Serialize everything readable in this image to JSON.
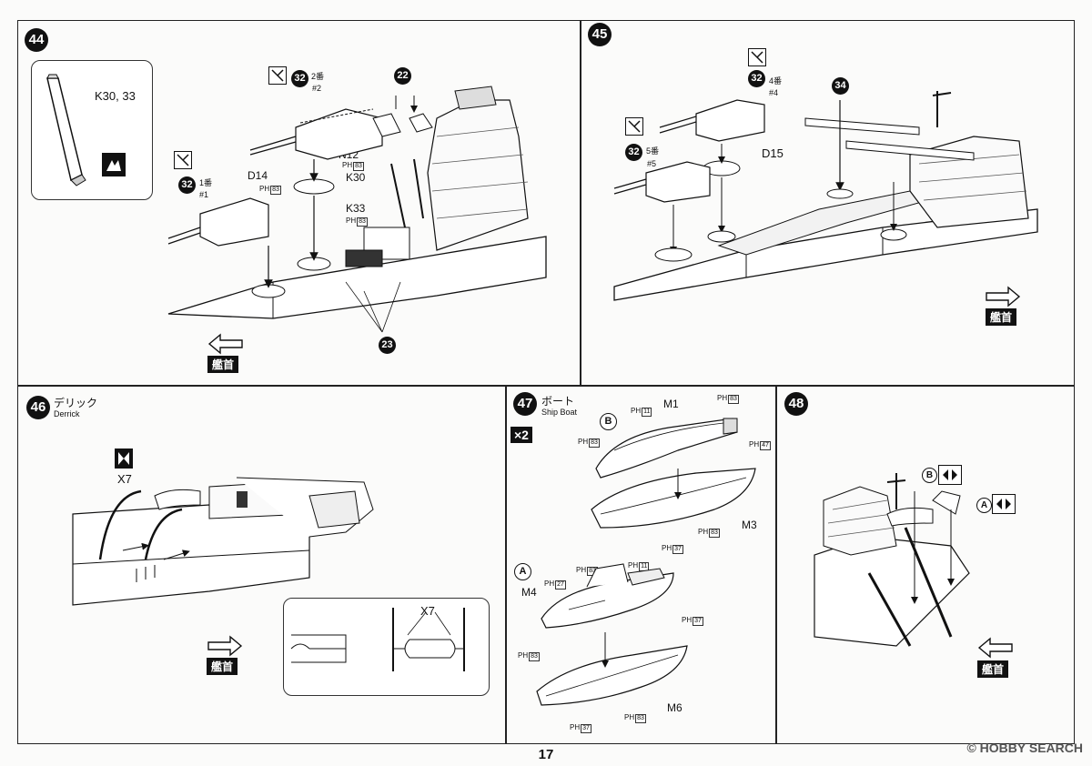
{
  "page_number": "17",
  "watermark": "© HOBBY SEARCH",
  "steps": {
    "s44": {
      "num": "44",
      "inset_label": "K30, 33",
      "callouts": {
        "c32a": "32",
        "c32b": "32",
        "c22": "22",
        "c23": "23"
      },
      "turret_a_label": "2番",
      "turret_a_sub": "#2",
      "turret_b_label": "1番",
      "turret_b_sub": "#1",
      "n12": "N12",
      "k30": "K30",
      "k33": "K33",
      "d14": "D14",
      "ph83": "83",
      "bow": "艦首"
    },
    "s45": {
      "num": "45",
      "callouts": {
        "c32a": "32",
        "c32b": "32",
        "c34": "34"
      },
      "turret_a_label": "4番",
      "turret_a_sub": "#4",
      "turret_b_label": "5番",
      "turret_b_sub": "#5",
      "d15": "D15",
      "bow": "艦首"
    },
    "s46": {
      "num": "46",
      "title_jp": "デリック",
      "title_en": "Derrick",
      "x7": "X7",
      "x7_detail": "X7",
      "bow": "艦首"
    },
    "s47": {
      "num": "47",
      "title_jp": "ボート",
      "title_en": "Ship Boat",
      "multiplier": "×2",
      "marker_b": "B",
      "marker_a": "A",
      "m1": "M1",
      "m3": "M3",
      "m4": "M4",
      "m6": "M6",
      "ph11": "11",
      "ph83": "83",
      "ph47": "47",
      "ph37": "37",
      "ph27": "27"
    },
    "s48": {
      "num": "48",
      "marker_b": "B",
      "marker_a": "A",
      "bow": "艦首"
    }
  },
  "ph_prefix": "PH"
}
